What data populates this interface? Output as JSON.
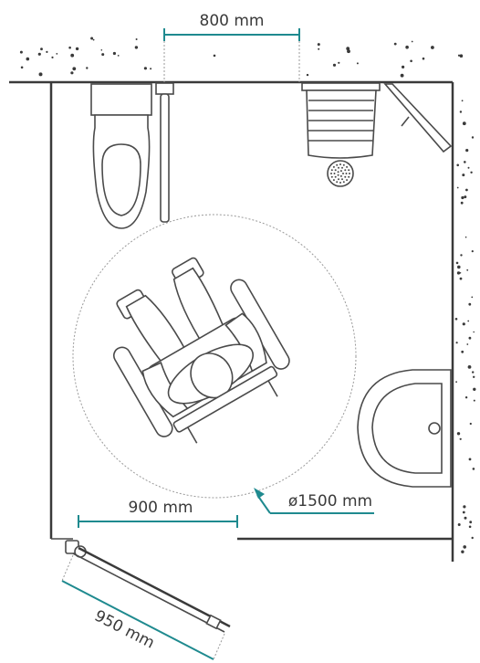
{
  "dimensions": {
    "toilet_gap": "800 mm",
    "door_opening": "900 mm",
    "door_leaf": "950 mm",
    "turning_circle": "ø1500 mm"
  },
  "colors": {
    "dimension_line": "#1f8a8f",
    "wall": "#3a3a3a",
    "fixture_stroke": "#4a4a4a"
  }
}
